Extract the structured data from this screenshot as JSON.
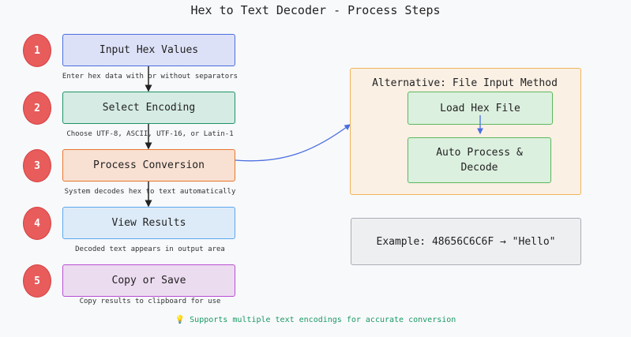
{
  "title": "Hex to Text Decoder - Process Steps",
  "steps": [
    {
      "number": "1",
      "label": "Input Hex Values",
      "description": "Enter hex data with or without separators",
      "bg": "#dde1f7",
      "border": "#4a6ee0"
    },
    {
      "number": "2",
      "label": "Select Encoding",
      "description": "Choose UTF-8, ASCII, UTF-16, or Latin-1",
      "bg": "#d5ebe3",
      "border": "#1f9468"
    },
    {
      "number": "3",
      "label": "Process Conversion",
      "description": "System decodes hex to text automatically",
      "bg": "#f8e1d3",
      "border": "#e8762e"
    },
    {
      "number": "4",
      "label": "View Results",
      "description": "Decoded text appears in output area",
      "bg": "#ddebf8",
      "border": "#5aa8ee"
    },
    {
      "number": "5",
      "label": "Copy or Save",
      "description": "Copy results to clipboard for use",
      "bg": "#ecdcf0",
      "border": "#b94fcf"
    }
  ],
  "alternative": {
    "title": "Alternative: File Input Method",
    "load": "Load Hex File",
    "process": "Auto Process & Decode"
  },
  "example": "Example: 48656C6C6F → \"Hello\"",
  "footer": {
    "icon": "lightbulb-icon",
    "text": "Supports multiple text encodings for accurate conversion"
  }
}
